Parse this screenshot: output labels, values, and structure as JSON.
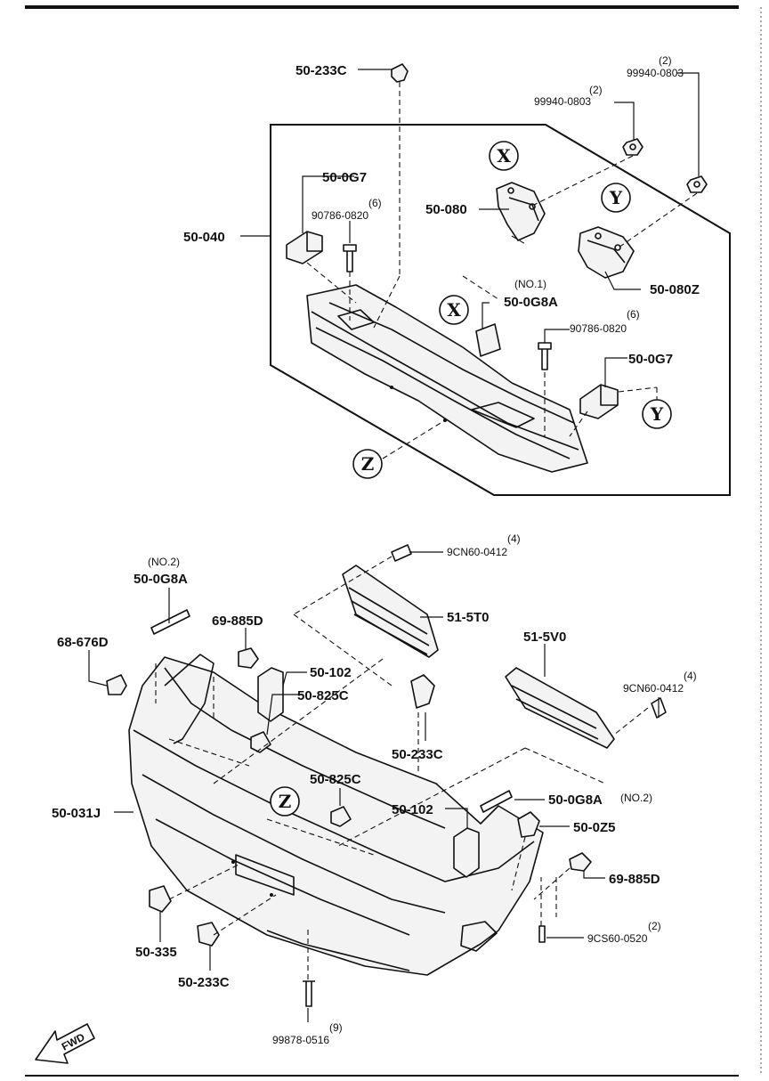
{
  "labels": {
    "p50_233c_top": "50-233C",
    "p99940_a_qty": "(2)",
    "p99940_a": "99940-0803",
    "p99940_b_qty": "(2)",
    "p99940_b": "99940-0803",
    "p50_0g7_a": "50-0G7",
    "p90786_a_qty": "(6)",
    "p90786_a": "90786-0820",
    "p50_080": "50-080",
    "p50_040": "50-040",
    "p50_080z": "50-080Z",
    "p50_0g8a_no1_qty": "(NO.1)",
    "p50_0g8a_no1": "50-0G8A",
    "p90786_b_qty": "(6)",
    "p90786_b": "90786-0820",
    "p50_0g7_b": "50-0G7",
    "p9cn60_a_qty": "(4)",
    "p9cn60_a": "9CN60-0412",
    "p50_0g8a_no2_qty": "(NO.2)",
    "p50_0g8a_no2": "50-0G8A",
    "p51_5t0": "51-5T0",
    "p69_885d_a": "69-885D",
    "p68_676d": "68-676D",
    "p50_102_a": "50-102",
    "p51_5v0": "51-5V0",
    "p9cn60_b_qty": "(4)",
    "p9cn60_b": "9CN60-0412",
    "p50_233c_mid": "50-233C",
    "p50_825c_a": "50-825C",
    "p50_825c_b": "50-825C",
    "p50_031j": "50-031J",
    "p50_0g8a_right": "50-0G8A",
    "p50_0g8a_right_qty": "(NO.2)",
    "p50_102_b": "50-102",
    "p50_0z5": "50-0Z5",
    "p69_885d_b": "69-885D",
    "p9cs60_qty": "(2)",
    "p9cs60": "9CS60-0520",
    "p50_335": "50-335",
    "p50_233c_bot": "50-233C",
    "p99878_qty": "(9)",
    "p99878": "99878-0516"
  },
  "callouts": {
    "x_top": "X",
    "y_top": "Y",
    "x_mid": "X",
    "y_low": "Y",
    "z_upper": "Z",
    "z_lower": "Z"
  },
  "fwd": "FWD"
}
